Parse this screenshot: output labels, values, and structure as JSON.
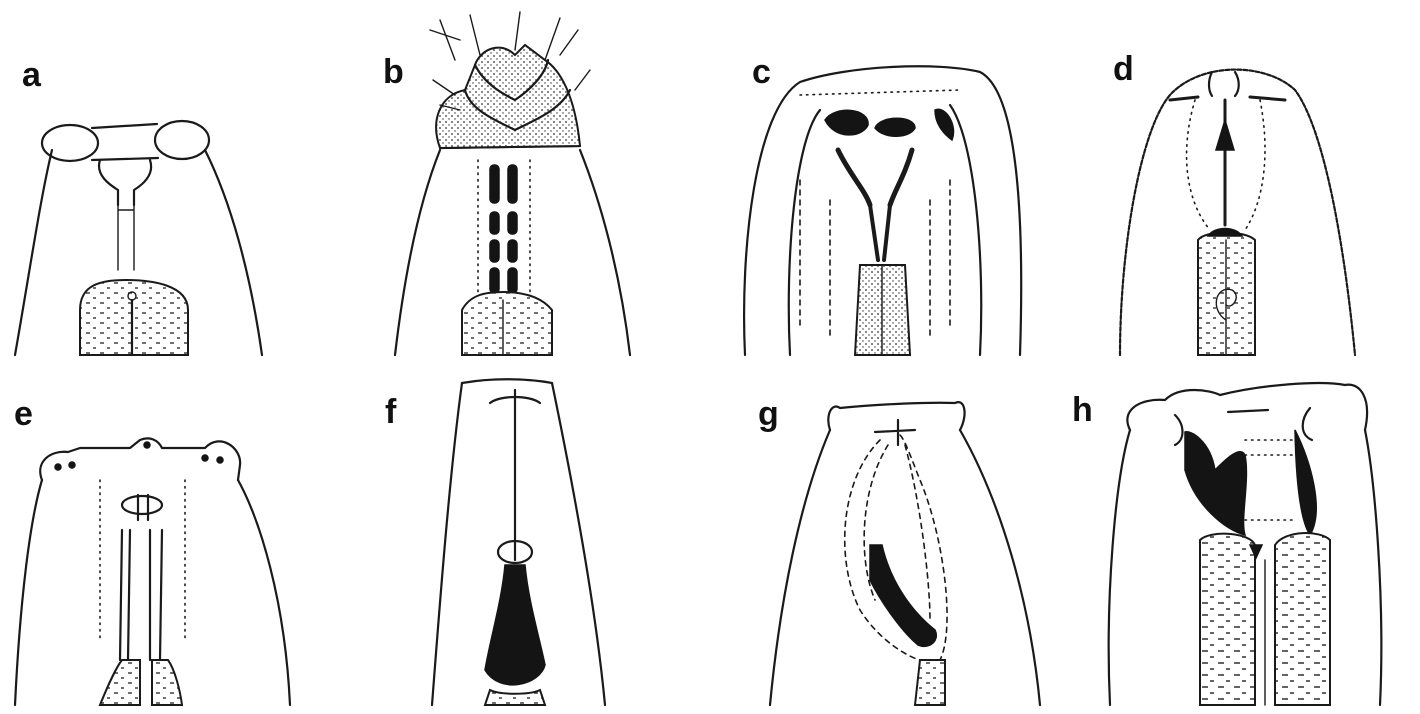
{
  "panels": [
    {
      "id": "a",
      "label": "a"
    },
    {
      "id": "b",
      "label": "b"
    },
    {
      "id": "c",
      "label": "c"
    },
    {
      "id": "d",
      "label": "d"
    },
    {
      "id": "e",
      "label": "e"
    },
    {
      "id": "f",
      "label": "f"
    },
    {
      "id": "g",
      "label": "g"
    },
    {
      "id": "h",
      "label": "h"
    }
  ]
}
